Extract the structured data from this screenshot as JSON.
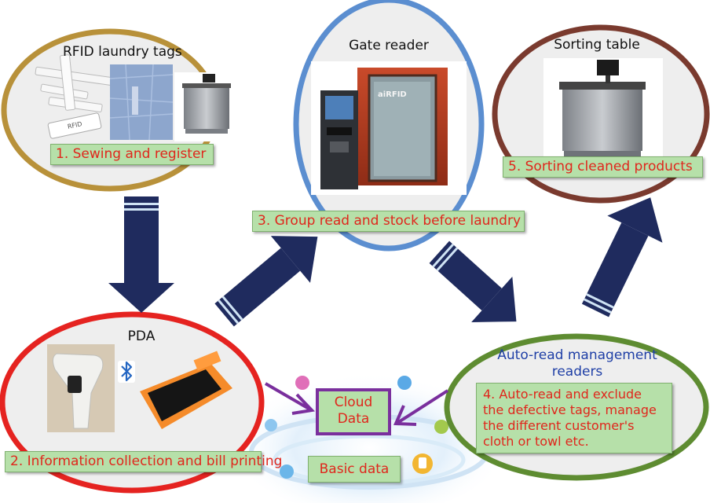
{
  "nodes": {
    "tags": {
      "title": "RFID laundry tags",
      "step": "1. Sewing and register",
      "ring_color": "#b8913a"
    },
    "pda": {
      "title": "PDA",
      "step": "2. Information collection and bill printing",
      "ring_color": "#e52320"
    },
    "gate": {
      "title": "Gate reader",
      "step": "3. Group read and stock before laundry",
      "ring_color": "#5b8ed0"
    },
    "auto": {
      "title": "Auto-read management readers",
      "step": "4. Auto-read and exclude the defective tags, manage the different customer's cloth or towl etc.",
      "ring_color": "#5e8c31"
    },
    "sorting": {
      "title": "Sorting table",
      "step": "5. Sorting cleaned products",
      "ring_color": "#7a3a2e"
    }
  },
  "cloud": {
    "label": "Cloud Data",
    "basic": "Basic data",
    "border_color": "#7a2f9d"
  },
  "tag_logo": "RFID",
  "gate_logo": "aiRFID",
  "bluetooth_icon": "bluetooth-icon",
  "arrow_color": "#1f2b5e",
  "box_fill": "#b6e0a9",
  "step_text_color": "#e0261c"
}
